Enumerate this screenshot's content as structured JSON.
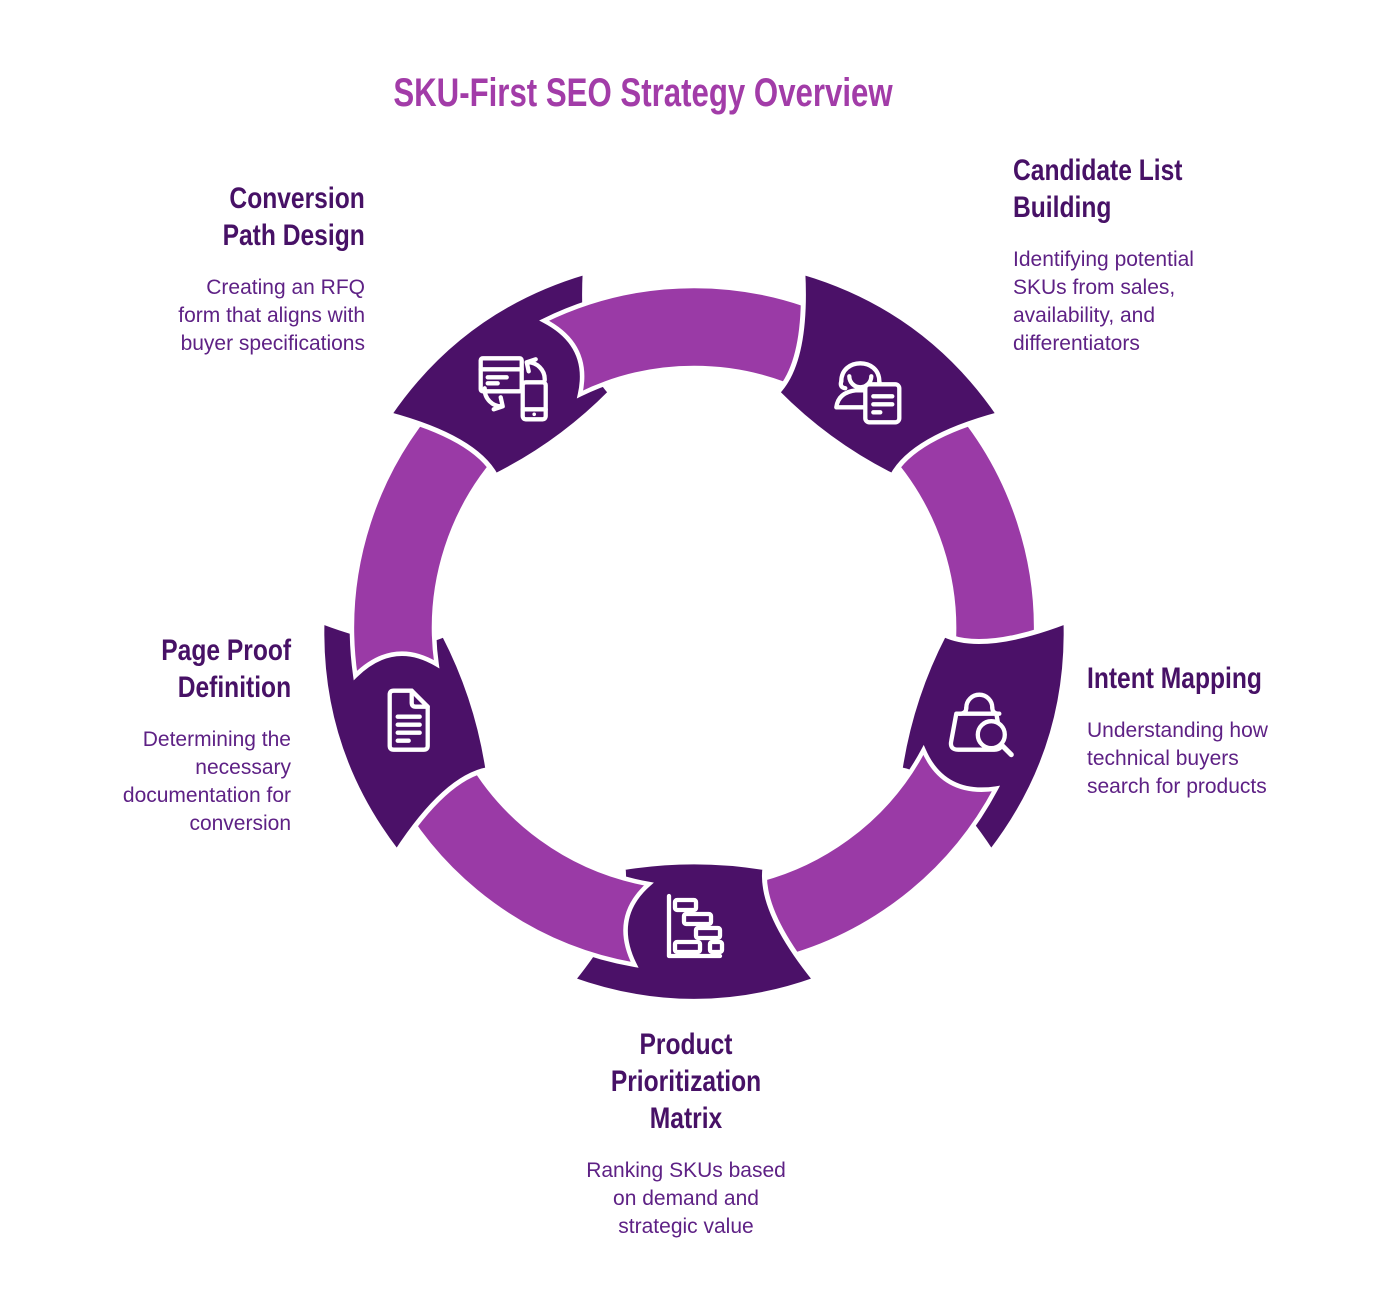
{
  "title": "SKU-First SEO Strategy Overview",
  "colors": {
    "title_text": "#a23ca8",
    "heading_text": "#471166",
    "body_text": "#5e2185",
    "segment_dark": "#4b1168",
    "ring_light": "#9a3aa6",
    "icon_stroke": "#ffffff",
    "background": "#ffffff"
  },
  "steps": [
    {
      "id": "candidate-list-building",
      "position": "top-right",
      "heading": "Candidate List\nBuilding",
      "description": "Identifying potential\nSKUs from sales,\navailability, and\ndifferentiators",
      "icon": "user-profile-note-icon"
    },
    {
      "id": "intent-mapping",
      "position": "right",
      "heading": "Intent Mapping",
      "description": "Understanding how\ntechnical buyers\nsearch for products",
      "icon": "shopping-bag-search-icon"
    },
    {
      "id": "product-prioritization-matrix",
      "position": "bottom",
      "heading": "Product\nPrioritization\nMatrix",
      "description": "Ranking SKUs based\non demand and\nstrategic value",
      "icon": "gantt-chart-icon"
    },
    {
      "id": "page-proof-definition",
      "position": "left",
      "heading": "Page Proof\nDefinition",
      "description": "Determining the\nnecessary\ndocumentation for\nconversion",
      "icon": "document-icon"
    },
    {
      "id": "conversion-path-design",
      "position": "top-left",
      "heading": "Conversion\nPath Design",
      "description": "Creating an RFQ\nform that aligns with\nbuyer specifications",
      "icon": "device-sync-icon"
    }
  ]
}
